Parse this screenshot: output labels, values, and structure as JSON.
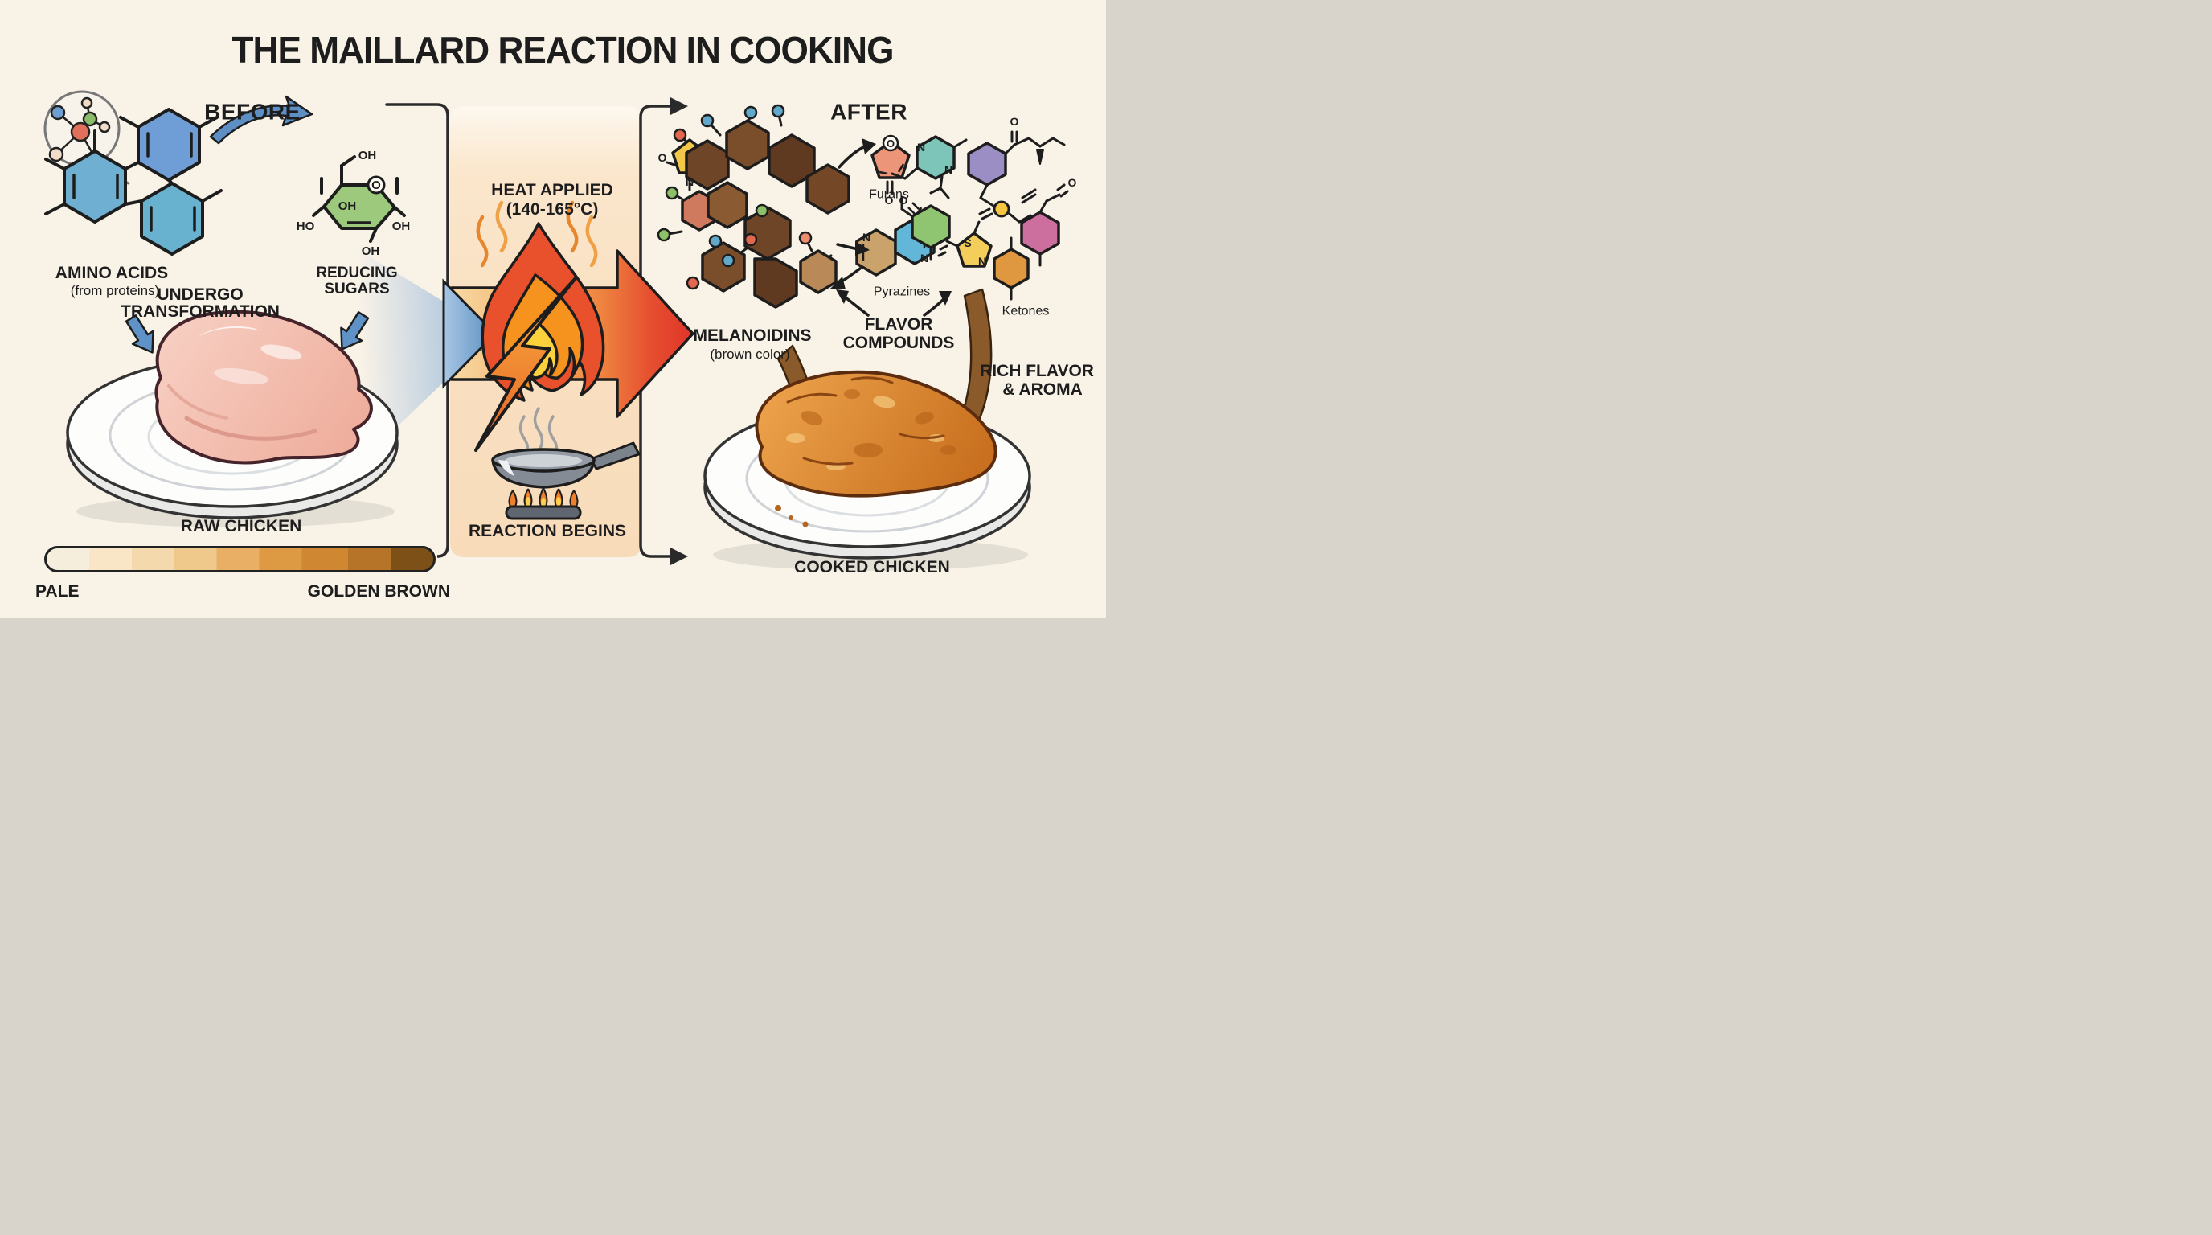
{
  "title": "THE MAILLARD REACTION IN COOKING",
  "before": {
    "section_label": "BEFORE",
    "amino_acids": {
      "label": "AMINO ACIDS",
      "sublabel": "(from proteins)"
    },
    "undergo": {
      "line1": "UNDERGO",
      "line2": "TRANSFORMATION"
    },
    "reducing_sugars": {
      "line1": "REDUCING",
      "line2": "SUGARS",
      "atoms": {
        "top_oh": "OH",
        "ring_o": "O",
        "inner_oh": "OH",
        "left_ho": "HO",
        "right_oh": "OH",
        "bottom_oh": "OH"
      }
    },
    "raw_chicken_label": "RAW CHICKEN",
    "color_scale": {
      "left_label": "PALE",
      "right_label": "GOLDEN BROWN"
    }
  },
  "middle": {
    "heat": {
      "line1": "HEAT APPLIED",
      "line2": "(140-165°C)"
    },
    "reaction_label": "REACTION BEGINS"
  },
  "after": {
    "section_label": "AFTER",
    "melanoidins": {
      "label": "MELANOIDINS",
      "sublabel": "(brown color)"
    },
    "compounds": {
      "furans": "Furans",
      "pyrazines": "Pyrazines",
      "ketones": "Ketones"
    },
    "flavor": {
      "line1": "FLAVOR",
      "line2": "COMPOUNDS"
    },
    "rich": {
      "line1": "RICH FLAVOR",
      "line2": "& AROMA"
    },
    "cooked_chicken_label": "COOKED CHICKEN",
    "atoms": {
      "n": "N",
      "o": "O",
      "s": "S"
    }
  },
  "icons": {
    "speech_bubble": "molecule-speech-bubble-icon",
    "flame": "flame-icon",
    "lightning": "lightning-bolt-icon",
    "pan": "frying-pan-icon",
    "raw_plate": "raw-chicken-plate-illustration",
    "cooked_plate": "cooked-chicken-plate-illustration"
  },
  "colors": {
    "background": "#f8f2e7",
    "panel_peach": "#f9e0c2",
    "flame_red": "#e8512b",
    "flame_orange": "#f6921e",
    "flame_yellow": "#fbd23c",
    "arrow_blue": "#5d8fc4",
    "arrow_orange": "#ee8440",
    "arrow_red_tip": "#e03428",
    "melanoidin_brown": "#6e4526",
    "brown_arrow": "#8a5a2b",
    "scale_pale": "#f6eedd",
    "scale_golden_brown": "#7c5016"
  }
}
